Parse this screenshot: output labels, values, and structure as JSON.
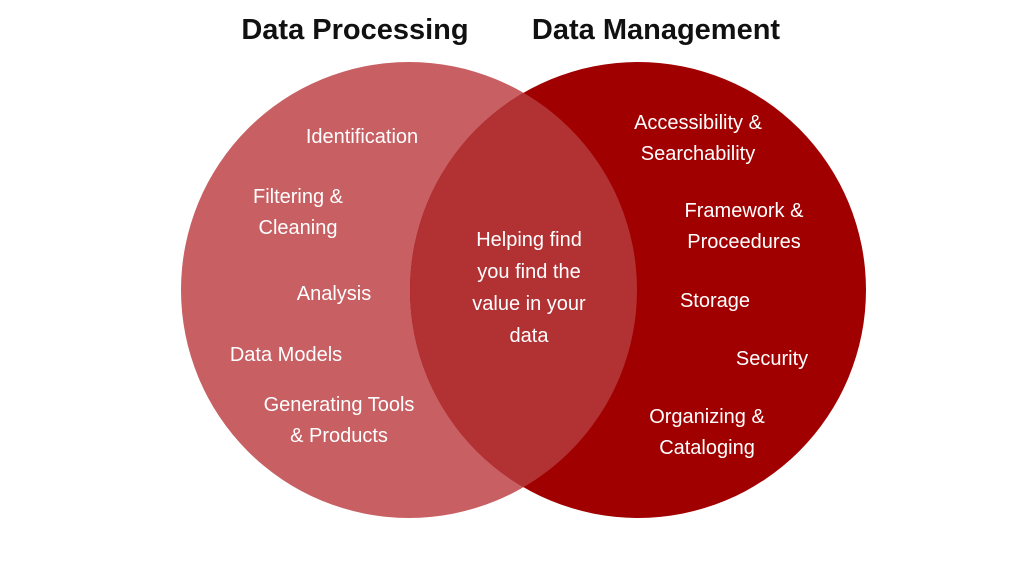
{
  "colors": {
    "left_circle": "#c75f63",
    "right_circle": "#a10000",
    "overlap": "#b23133",
    "background": "#ffffff",
    "text_on_circle": "#ffffff",
    "title_text": "#111111"
  },
  "titles": {
    "left": "Data Processing",
    "right": "Data Management"
  },
  "left_items": [
    {
      "lines": [
        "Identification"
      ]
    },
    {
      "lines": [
        "Filtering &",
        "Cleaning"
      ]
    },
    {
      "lines": [
        "Analysis"
      ]
    },
    {
      "lines": [
        "Data Models"
      ]
    },
    {
      "lines": [
        "Generating Tools",
        "& Products"
      ]
    }
  ],
  "center": {
    "lines": [
      "Helping find",
      "you find the",
      "value in your",
      "data"
    ]
  },
  "right_items": [
    {
      "lines": [
        "Accessibility &",
        "Searchability"
      ]
    },
    {
      "lines": [
        "Framework &",
        "Proceedures"
      ]
    },
    {
      "lines": [
        "Storage"
      ]
    },
    {
      "lines": [
        "Security"
      ]
    },
    {
      "lines": [
        "Organizing &",
        "Cataloging"
      ]
    }
  ]
}
